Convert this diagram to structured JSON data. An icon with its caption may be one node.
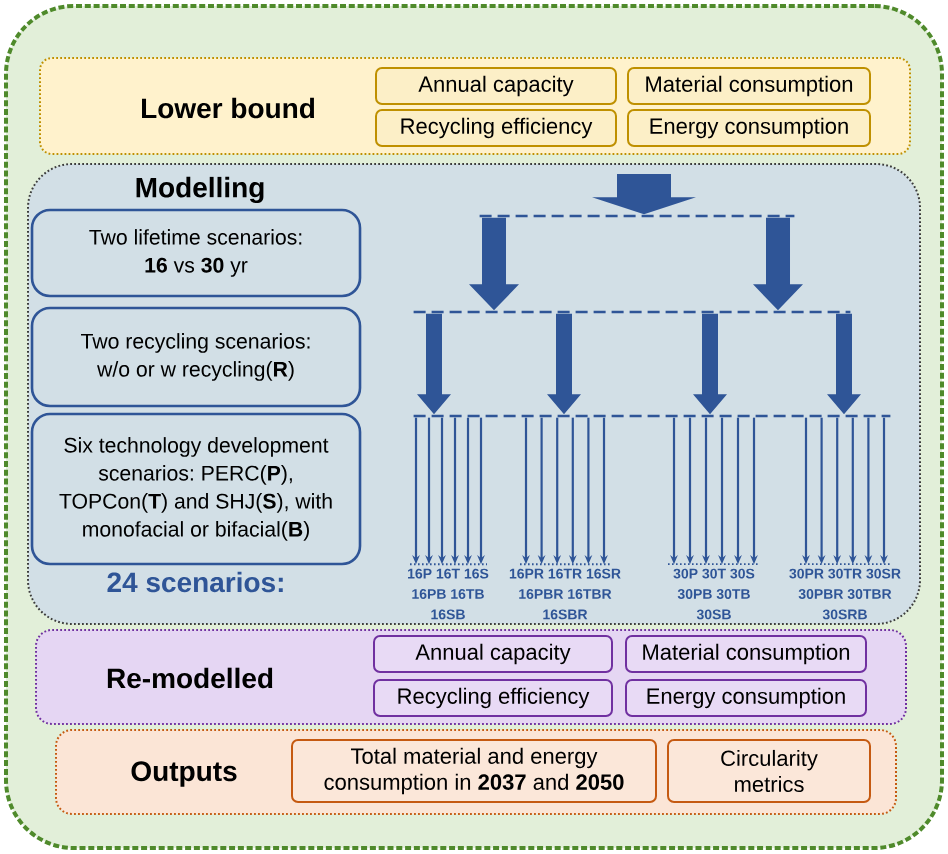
{
  "diagram": {
    "nodes": [
      {
        "text": [],
        "shape": "box"
      },
      {
        "text": [
          "Lower bound"
        ],
        "in": 0
      },
      {
        "text": [
          "Annual capacity"
        ],
        "in": 1
      },
      {
        "text": [
          "Material consumption"
        ],
        "in": 1
      },
      {
        "text": [
          "Recycling efficiency"
        ],
        "in": 1
      },
      {
        "text": [
          "Energy consumption"
        ],
        "in": 1
      },
      {
        "text": [
          "Modelling",
          "24 scenarios:"
        ],
        "in": 0
      },
      {
        "text": [
          "Two lifetime scenarios: **16** vs **30** yr"
        ],
        "in": 6
      },
      {
        "text": [
          "Two recycling scenarios: w/o or w recycling(**R**)"
        ],
        "in": 6
      },
      {
        "text": [
          "Six technology development scenarios: PERC(**P**), TOPCon(**T**) and SHJ(**S**), with monofacial or bifacial(**B**)"
        ],
        "in": 6
      },
      {
        "text": [],
        "shape": "line",
        "in": 6
      },
      {
        "text": [],
        "shape": "line",
        "in": 6
      },
      {
        "text": [],
        "shape": "line",
        "in": 6
      },
      {
        "text": [
          "16P 16T 16S 16PB 16TB 16SB"
        ],
        "in": 6
      },
      {
        "text": [
          "16PR 16TR 16SR 16PBR 16TBR 16SBR"
        ],
        "in": 6
      },
      {
        "text": [
          "30P 30T 30S 30PB 30TB 30SB"
        ],
        "in": 6
      },
      {
        "text": [
          "30PR 30TR 30SR 30PBR 30TBR 30SRB"
        ],
        "in": 6
      },
      {
        "text": [
          "Re-modelled"
        ],
        "in": 0
      },
      {
        "text": [
          "Annual capacity"
        ],
        "in": 17
      },
      {
        "text": [
          "Material consumption"
        ],
        "in": 17
      },
      {
        "text": [
          "Recycling efficiency"
        ],
        "in": 17
      },
      {
        "text": [
          "Energy consumption"
        ],
        "in": 17
      },
      {
        "text": [
          "Outputs"
        ],
        "in": 0
      },
      {
        "text": [
          "Total material and energy consumption in **2037** and **2050**"
        ],
        "in": 22
      },
      {
        "text": [
          "Circularity metrics"
        ],
        "in": 22
      }
    ],
    "edges": [
      {
        "from": null,
        "to": 10,
        "arrow": "to",
        "style": "thick"
      },
      {
        "from": 10,
        "to": 11,
        "arrow": "to",
        "style": "thick"
      },
      {
        "from": 10,
        "to": 11,
        "arrow": "to",
        "style": "thick"
      },
      {
        "from": 11,
        "to": 12,
        "arrow": "to",
        "style": "thick"
      },
      {
        "from": 11,
        "to": 12,
        "arrow": "to",
        "style": "thick"
      },
      {
        "from": 11,
        "to": 12,
        "arrow": "to",
        "style": "thick"
      },
      {
        "from": 11,
        "to": 12,
        "arrow": "to",
        "style": "thick"
      },
      {
        "from": 12,
        "to": 13,
        "arrow": "to"
      },
      {
        "from": 12,
        "to": 13,
        "arrow": "to"
      },
      {
        "from": 12,
        "to": 13,
        "arrow": "to"
      },
      {
        "from": 12,
        "to": 13,
        "arrow": "to"
      },
      {
        "from": 12,
        "to": 13,
        "arrow": "to"
      },
      {
        "from": 12,
        "to": 13,
        "arrow": "to"
      },
      {
        "from": 12,
        "to": 14,
        "arrow": "to"
      },
      {
        "from": 12,
        "to": 14,
        "arrow": "to"
      },
      {
        "from": 12,
        "to": 14,
        "arrow": "to"
      },
      {
        "from": 12,
        "to": 14,
        "arrow": "to"
      },
      {
        "from": 12,
        "to": 14,
        "arrow": "to"
      },
      {
        "from": 12,
        "to": 14,
        "arrow": "to"
      },
      {
        "from": 12,
        "to": 15,
        "arrow": "to"
      },
      {
        "from": 12,
        "to": 15,
        "arrow": "to"
      },
      {
        "from": 12,
        "to": 15,
        "arrow": "to"
      },
      {
        "from": 12,
        "to": 15,
        "arrow": "to"
      },
      {
        "from": 12,
        "to": 15,
        "arrow": "to"
      },
      {
        "from": 12,
        "to": 15,
        "arrow": "to"
      },
      {
        "from": 12,
        "to": 16,
        "arrow": "to"
      },
      {
        "from": 12,
        "to": 16,
        "arrow": "to"
      },
      {
        "from": 12,
        "to": 16,
        "arrow": "to"
      },
      {
        "from": 12,
        "to": 16,
        "arrow": "to"
      },
      {
        "from": 12,
        "to": 16,
        "arrow": "to"
      },
      {
        "from": 12,
        "to": 16,
        "arrow": "to"
      }
    ]
  }
}
